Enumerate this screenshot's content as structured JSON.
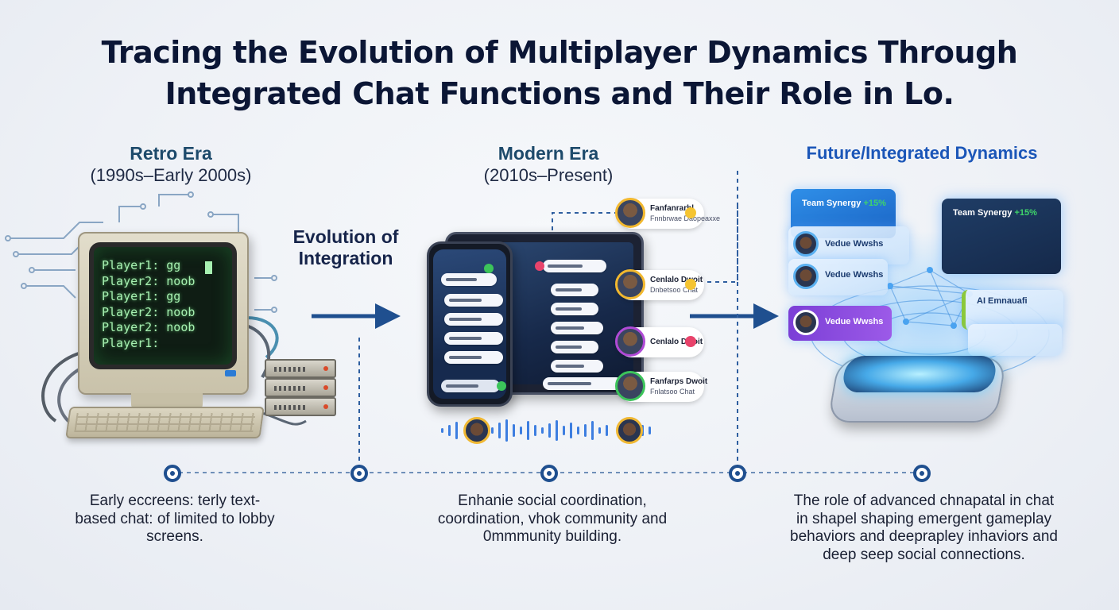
{
  "title": {
    "line1": "Tracing the Evolution of Multiplayer Dynamics Through",
    "line2": "Integrated Chat Functions and Their Role in Lo."
  },
  "eras": {
    "retro": {
      "name": "Retro Era",
      "period": "(1990s–Early 2000s)"
    },
    "modern": {
      "name": "Modern Era",
      "period": "(2010s–Present)"
    },
    "future": {
      "name": "Future/Integrated Dynamics"
    }
  },
  "evolution_label": {
    "line1": "Evolution of",
    "line2": "Integration"
  },
  "retro_screen": {
    "chat_lines": [
      "Player1: gg",
      "Player2: noob",
      "Player1: gg",
      "Player2: noob",
      "Player2: noob",
      "Player1:"
    ]
  },
  "modern_cards": [
    {
      "name": "Fanfanrarbl",
      "sub": "Fnnbrwae Daopeaxxe"
    },
    {
      "name": "Cenlalo Dwoit",
      "sub": "Dnbetsoo Chat"
    },
    {
      "name": "Cenlalo Dwoit",
      "sub": ""
    },
    {
      "name": "Fanfarps Dwoit",
      "sub": "Fnlatsoo Chat"
    }
  ],
  "future_panels": {
    "team_synergy_small": {
      "title": "Team Synergy",
      "pct": "+15%"
    },
    "team_synergy_dark": {
      "title": "Team Synergy",
      "pct": "+15%"
    },
    "chat_names": [
      "Vedue Wwshs",
      "Vedue Wwshs",
      "Vedue Wwshs"
    ],
    "ai_panel_title": "AI Emnauafi"
  },
  "captions": {
    "retro": "Early eccreens: terly text-based chat: of limited to lobby screens.",
    "modern": "Enhanie social coordination, coordination, vhok community and 0mmmunity building.",
    "future": "The role of advanced chnapatal in chat in shapel shaping emergent gameplay behaviors and deeprapley inhaviors and deep seep social connections."
  },
  "colors": {
    "accent": "#1f4f8f",
    "terminal_text": "#a7f0b1",
    "future_heading": "#1b56b8"
  }
}
